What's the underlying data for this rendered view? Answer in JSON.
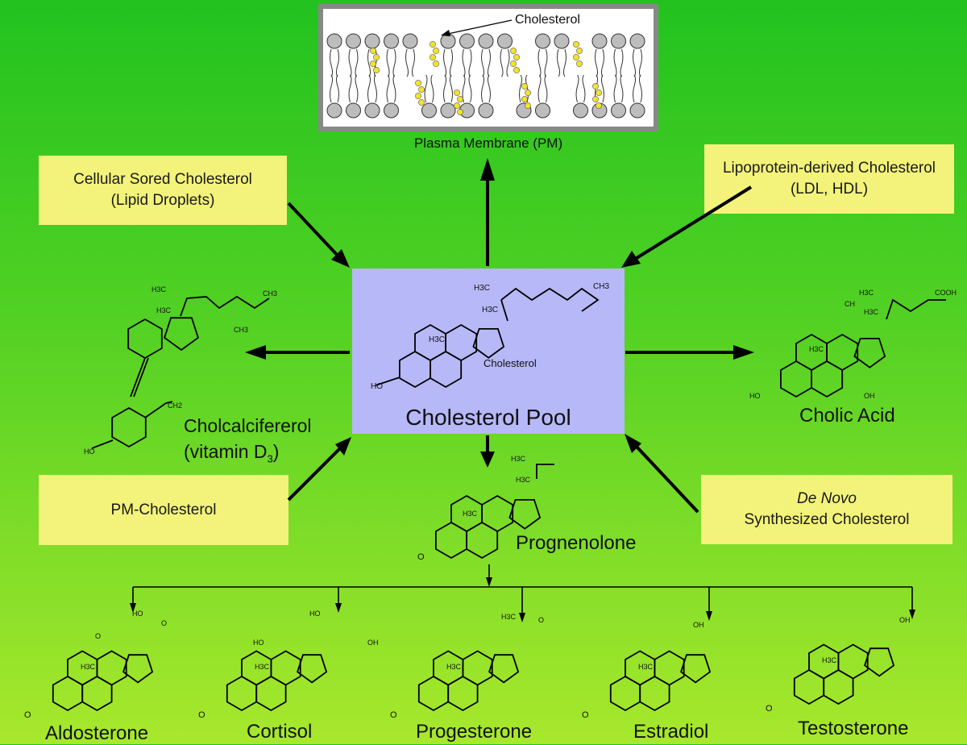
{
  "membrane": {
    "cholesterol_label": "Cholesterol",
    "title": "Plasma Membrane (PM)"
  },
  "boxes": {
    "stored": [
      "Cellular Sored Cholesterol",
      "(Lipid Droplets)"
    ],
    "lipoprotein": [
      "Lipoprotein-derived Cholesterol",
      "(LDL, HDL)"
    ],
    "pm_chol": [
      "PM-Cholesterol"
    ],
    "denovo_em": "De Novo",
    "denovo": "Synthesized Cholesterol"
  },
  "pool": {
    "title": "Cholesterol Pool",
    "structure_label": "Cholesterol",
    "h3c_a": "H3C",
    "h3c_b": "H3C",
    "h3c_c": "H3C",
    "ch3": "CH3",
    "ho": "HO"
  },
  "molecules": {
    "vitd": "Cholcalcifererol",
    "vitd_sub_a": "(vitamin D",
    "vitd_sub_n": "3",
    "vitd_sub_b": ")",
    "cholic": "Cholic Acid",
    "preg": "Prognenolone",
    "aldosterone": "Aldosterone",
    "cortisol": "Cortisol",
    "progesterone": "Progesterone",
    "estradiol": "Estradiol",
    "testosterone": "Testosterone"
  },
  "colors": {
    "background_top": "#22c21f",
    "background_bottom": "#a8e82c",
    "box": "#f3f27a",
    "pool": "#b6b8f7",
    "cholesterol_dot": "#f2e32a"
  }
}
